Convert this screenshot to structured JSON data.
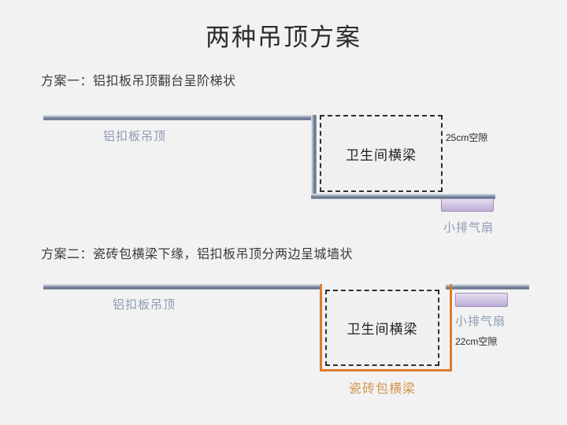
{
  "slide": {
    "title": "两种吊顶方案",
    "background_color": "#f2f2f2"
  },
  "plan1": {
    "heading": "方案一：铝扣板吊顶翻台呈阶梯状",
    "ceiling_label": "铝扣板吊顶",
    "beam_label": "卫生间横梁",
    "gap_label": "25cm空隙",
    "fan_label": "小排气扇",
    "ceiling_color": "#6f7f96",
    "label_color": "#8c9bb3",
    "fan_color": "#cfc2e2"
  },
  "plan2": {
    "heading": "方案二：瓷砖包横梁下缘，铝扣板吊顶分两边呈城墙状",
    "ceiling_label": "铝扣板吊顶",
    "beam_label": "卫生间横梁",
    "gap_label": "22cm空隙",
    "fan_label": "小排气扇",
    "bracket_label": "瓷砖包横梁",
    "bracket_color": "#e07b2b",
    "bracket_label_color": "#d4944e",
    "ceiling_color": "#6f7f96",
    "label_color": "#8c9bb3",
    "fan_color": "#cfc2e2"
  }
}
